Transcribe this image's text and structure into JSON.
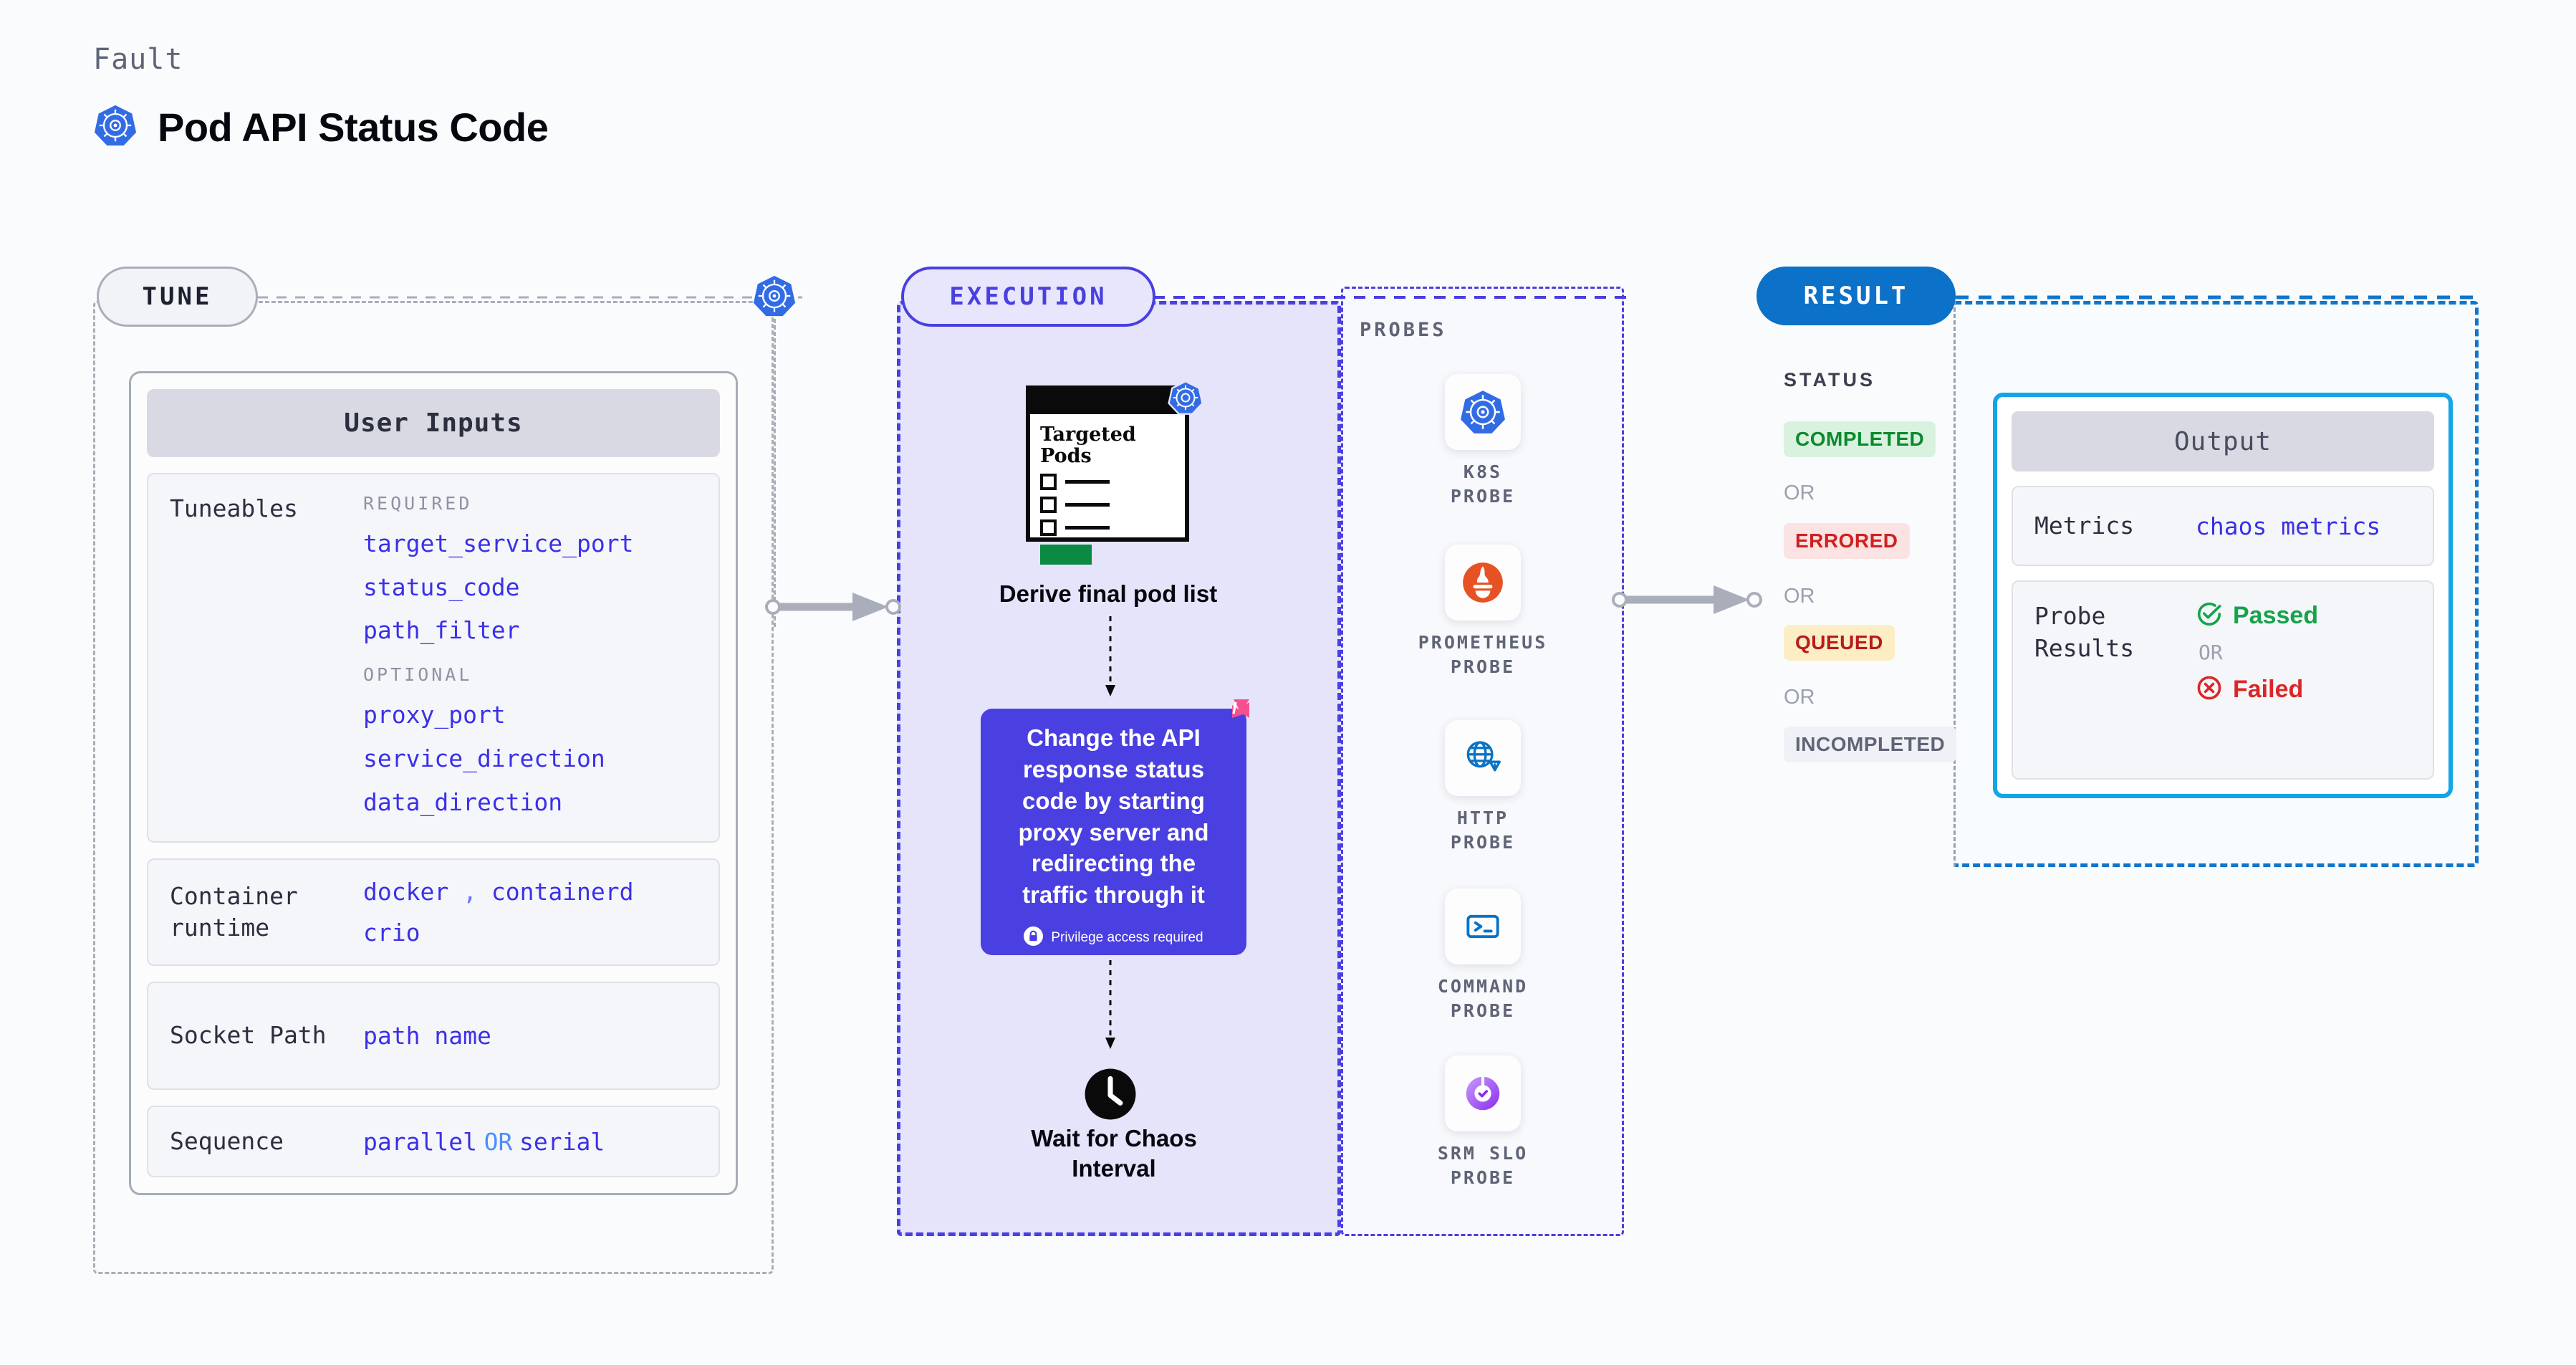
{
  "header": {
    "eyebrow": "Fault",
    "title": "Pod API Status Code",
    "icon": "kubernetes-icon"
  },
  "tune": {
    "pill_label": "TUNE",
    "card_title": "User Inputs",
    "tuneables": {
      "label": "Tuneables",
      "required_label": "REQUIRED",
      "required": [
        "target_service_port",
        "status_code",
        "path_filter"
      ],
      "optional_label": "OPTIONAL",
      "optional": [
        "proxy_port",
        "service_direction",
        "data_direction"
      ]
    },
    "container_runtime": {
      "label": "Container runtime",
      "values": [
        "docker",
        "containerd",
        "crio"
      ],
      "separator": ","
    },
    "socket_path": {
      "label": "Socket Path",
      "value": "path name"
    },
    "sequence": {
      "label": "Sequence",
      "value_a": "parallel",
      "or": "OR",
      "value_b": "serial"
    }
  },
  "execution": {
    "pill_label": "EXECUTION",
    "pods_card": {
      "title": "Targeted Pods",
      "icon": "kubernetes-icon"
    },
    "derive_label": "Derive final pod list",
    "action_card": {
      "text": "Change the API response status code by starting proxy server and redirecting the traffic through it",
      "privilege_note": "Privilege access required",
      "privilege_icon": "lock-icon",
      "corner_icon": "harness-logo-icon"
    },
    "wait": {
      "label": "Wait for Chaos Interval",
      "icon": "clock-icon"
    }
  },
  "probes": {
    "label": "PROBES",
    "items": [
      {
        "name": "K8S PROBE",
        "icon": "kubernetes-icon"
      },
      {
        "name": "PROMETHEUS PROBE",
        "icon": "prometheus-icon"
      },
      {
        "name": "HTTP PROBE",
        "icon": "globe-warning-icon"
      },
      {
        "name": "COMMAND PROBE",
        "icon": "terminal-icon"
      },
      {
        "name": "SRM SLO PROBE",
        "icon": "slo-donut-icon"
      }
    ]
  },
  "result": {
    "pill_label": "RESULT",
    "status_label": "STATUS",
    "or_label": "OR",
    "statuses": [
      {
        "label": "COMPLETED",
        "color": "#0b8a2e",
        "bg": "#d9f2df"
      },
      {
        "label": "ERRORED",
        "color": "#cf2020",
        "bg": "#fbe3e3"
      },
      {
        "label": "QUEUED",
        "color": "#b81b1b",
        "bg": "#fcedc4"
      },
      {
        "label": "INCOMPLETED",
        "color": "#5f6576",
        "bg": "#f0f1f6"
      }
    ],
    "output": {
      "title": "Output",
      "metrics_label": "Metrics",
      "metrics_value": "chaos metrics",
      "probe_results_label": "Probe Results",
      "passed_label": "Passed",
      "failed_label": "Failed",
      "or_label": "OR",
      "passed_icon": "check-circle-icon",
      "failed_icon": "x-circle-icon"
    }
  },
  "colors": {
    "accent_purple": "#4a3fe0",
    "accent_blue": "#0c71c8",
    "accent_cyan": "#13a5e8",
    "k8s_blue": "#326ce5",
    "code_blue": "#3b30e8"
  }
}
